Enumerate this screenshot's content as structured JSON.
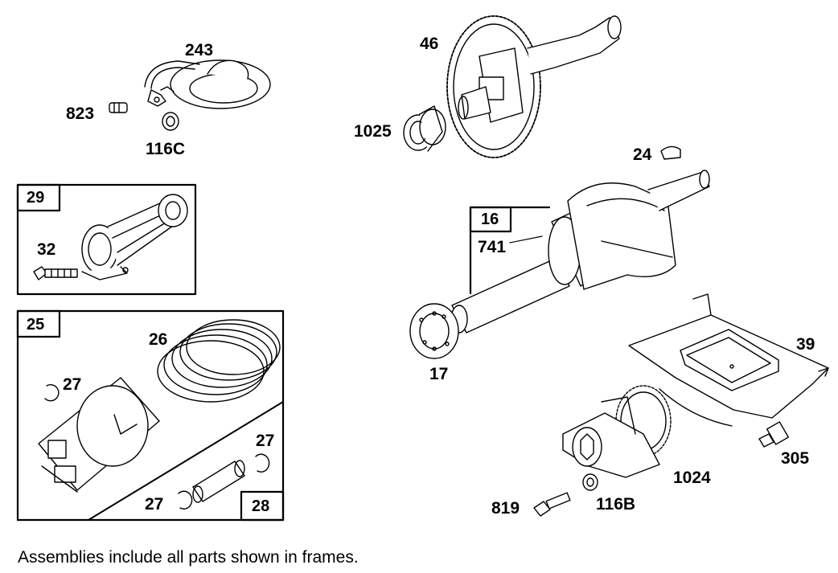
{
  "labels": {
    "p243": "243",
    "p823": "823",
    "p116c": "116C",
    "p29": "29",
    "p32": "32",
    "p25": "25",
    "p26": "26",
    "p27a": "27",
    "p27b": "27",
    "p27c": "27",
    "p28": "28",
    "p46": "46",
    "p1025": "1025",
    "p24": "24",
    "p16": "16",
    "p741": "741",
    "p17": "17",
    "p39": "39",
    "p305": "305",
    "p1024": "1024",
    "p819": "819",
    "p116b": "116B"
  },
  "note": "Assemblies include all parts shown in frames."
}
